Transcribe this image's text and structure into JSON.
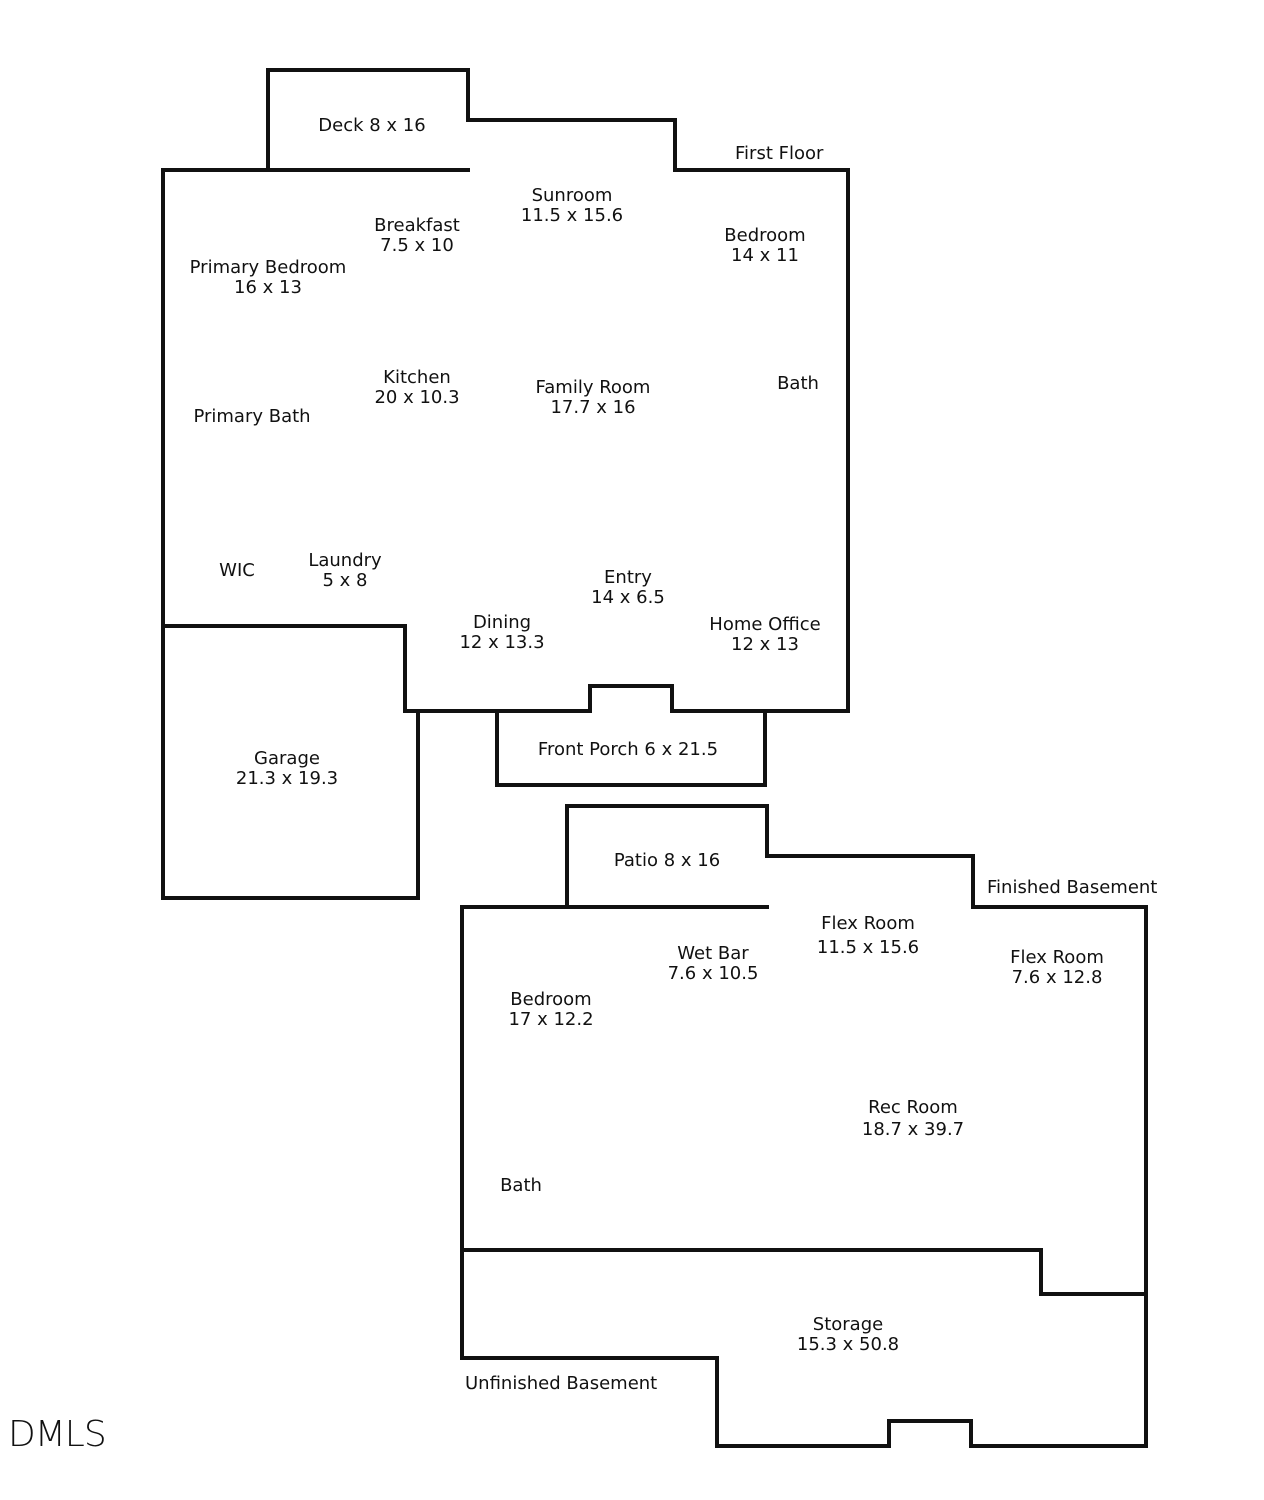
{
  "logo": {
    "text": "DMLS"
  },
  "floors": {
    "first_floor": {
      "title": "First Floor",
      "rooms": [
        {
          "name": "Deck",
          "dims": "8 x 16",
          "label": "Deck 8 x 16"
        },
        {
          "name": "Sunroom",
          "dims": "11.5 x 15.6"
        },
        {
          "name": "Breakfast",
          "dims": "7.5 x 10"
        },
        {
          "name": "Bedroom",
          "dims": "14 x 11"
        },
        {
          "name": "Primary Bedroom",
          "dims": "16 x 13"
        },
        {
          "name": "Kitchen",
          "dims": "20 x 10.3"
        },
        {
          "name": "Family Room",
          "dims": "17.7 x 16"
        },
        {
          "name": "Bath",
          "dims": ""
        },
        {
          "name": "Primary Bath",
          "dims": ""
        },
        {
          "name": "WIC",
          "dims": ""
        },
        {
          "name": "Laundry",
          "dims": "5 x 8"
        },
        {
          "name": "Entry",
          "dims": "14 x 6.5"
        },
        {
          "name": "Dining",
          "dims": "12 x 13.3"
        },
        {
          "name": "Home Office",
          "dims": "12 x 13"
        },
        {
          "name": "Garage",
          "dims": "21.3 x 19.3"
        },
        {
          "name": "Front Porch",
          "dims": "6 x 21.5",
          "label": "Front Porch 6 x 21.5"
        }
      ]
    },
    "finished_basement": {
      "title": "Finished Basement",
      "rooms": [
        {
          "name": "Patio",
          "dims": "8 x 16",
          "label": "Patio 8 x 16"
        },
        {
          "name": "Flex Room",
          "dims": "11.5 x 15.6"
        },
        {
          "name": "Wet Bar",
          "dims": "7.6 x 10.5"
        },
        {
          "name": "Flex Room",
          "dims": "7.6 x 12.8"
        },
        {
          "name": "Bedroom",
          "dims": "17 x 12.2"
        },
        {
          "name": "Rec Room",
          "dims": "18.7 x 39.7"
        },
        {
          "name": "Bath",
          "dims": ""
        }
      ]
    },
    "unfinished_basement": {
      "title": "Unfinished Basement",
      "rooms": [
        {
          "name": "Storage",
          "dims": "15.3 x 50.8"
        }
      ]
    }
  }
}
